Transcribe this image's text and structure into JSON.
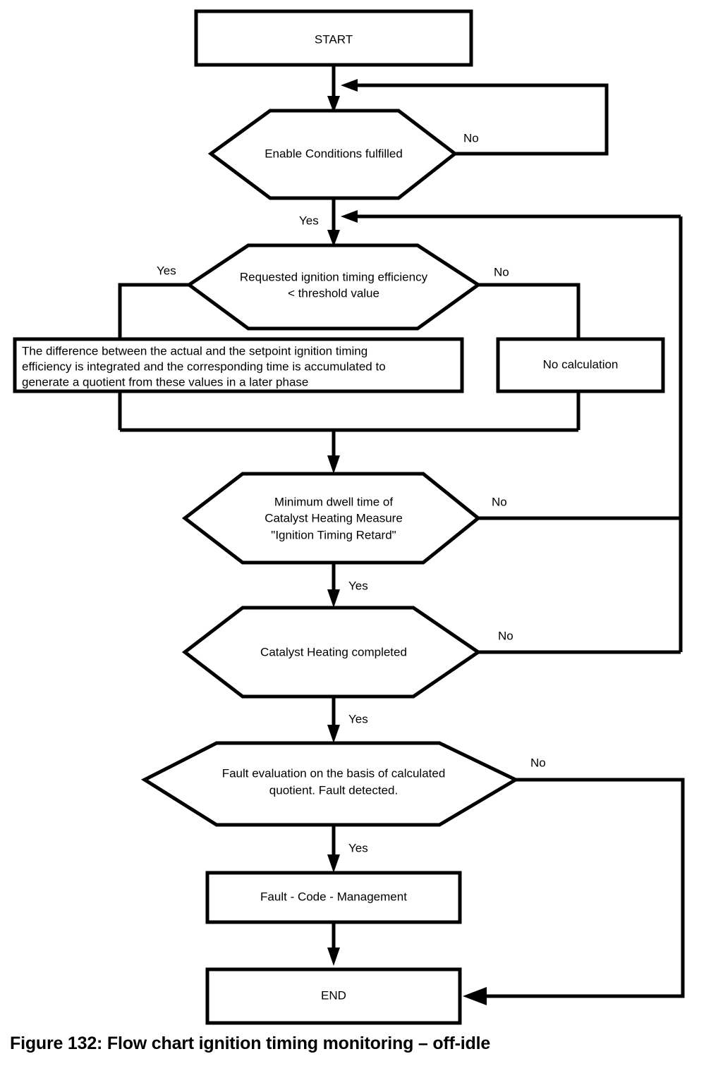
{
  "figure": {
    "caption": "Figure 132: Flow chart ignition timing monitoring – off-idle",
    "background_color": "#ffffff",
    "line_color": "#000000",
    "fill_color": "#ffffff"
  },
  "chart_data": {
    "type": "diagram",
    "diagram_kind": "flowchart",
    "title": "Figure 132: Flow chart ignition timing monitoring – off-idle",
    "nodes": [
      {
        "id": "start",
        "shape": "rectangle",
        "text": "START"
      },
      {
        "id": "enable",
        "shape": "hexagon",
        "text": "Enable Conditions fulfilled"
      },
      {
        "id": "requested",
        "shape": "hexagon",
        "text": "Requested ignition timing efficiency\n< threshold value"
      },
      {
        "id": "integrate",
        "shape": "rectangle",
        "text": "The difference between the actual and the setpoint ignition timing efficiency is integrated and the corresponding time is accumulated to generate a quotient from these values in a later phase"
      },
      {
        "id": "nocalc",
        "shape": "rectangle",
        "text": "No calculation"
      },
      {
        "id": "dwell",
        "shape": "hexagon",
        "text": "Minimum dwell time of\nCatalyst Heating Measure\n\"Ignition Timing Retard\""
      },
      {
        "id": "heatdone",
        "shape": "hexagon",
        "text": "Catalyst Heating completed"
      },
      {
        "id": "faulteval",
        "shape": "hexagon",
        "text": "Fault evaluation on the basis of calculated\nquotient. Fault detected."
      },
      {
        "id": "faultcode",
        "shape": "rectangle",
        "text": "Fault  - Code -  Management"
      },
      {
        "id": "end",
        "shape": "rectangle",
        "text": "END"
      }
    ],
    "edges": [
      {
        "from": "start",
        "to": "enable",
        "label": ""
      },
      {
        "from": "enable",
        "to": "enable",
        "label": "No"
      },
      {
        "from": "enable",
        "to": "requested",
        "label": "Yes"
      },
      {
        "from": "requested",
        "to": "integrate",
        "label": "Yes"
      },
      {
        "from": "requested",
        "to": "nocalc",
        "label": "No"
      },
      {
        "from": "integrate",
        "to": "dwell",
        "label": ""
      },
      {
        "from": "nocalc",
        "to": "dwell",
        "label": ""
      },
      {
        "from": "dwell",
        "to": "heatdone",
        "label": "Yes"
      },
      {
        "from": "dwell",
        "to": "requested",
        "label": "No"
      },
      {
        "from": "heatdone",
        "to": "faulteval",
        "label": "Yes"
      },
      {
        "from": "heatdone",
        "to": "requested",
        "label": "No"
      },
      {
        "from": "faulteval",
        "to": "faultcode",
        "label": "Yes"
      },
      {
        "from": "faulteval",
        "to": "end",
        "label": "No"
      },
      {
        "from": "faultcode",
        "to": "end",
        "label": ""
      }
    ]
  },
  "nodes": {
    "start": {
      "label": "START"
    },
    "enable": {
      "label": "Enable Conditions fulfilled"
    },
    "requested": {
      "line1": "Requested ignition timing efficiency",
      "line2": "< threshold value"
    },
    "integrate": {
      "line1": "The difference between the actual and the setpoint ignition timing",
      "line2": "efficiency is integrated and the corresponding time is accumulated to",
      "line3": "generate a quotient from these values in a later phase"
    },
    "nocalc": {
      "label": "No calculation"
    },
    "dwell": {
      "line1": "Minimum dwell time of",
      "line2": "Catalyst Heating Measure",
      "line3": "\"Ignition Timing Retard\""
    },
    "heatdone": {
      "label": "Catalyst Heating completed"
    },
    "faulteval": {
      "line1": "Fault evaluation on the basis of calculated",
      "line2": "quotient. Fault detected."
    },
    "faultcode": {
      "label": "Fault  - Code -  Management"
    },
    "end": {
      "label": "END"
    }
  },
  "branch_labels": {
    "enable_no": "No",
    "enable_yes": "Yes",
    "requested_yes": "Yes",
    "requested_no": "No",
    "dwell_no": "No",
    "dwell_yes": "Yes",
    "heatdone_no": "No",
    "heatdone_yes": "Yes",
    "faulteval_no": "No",
    "faulteval_yes": "Yes"
  }
}
